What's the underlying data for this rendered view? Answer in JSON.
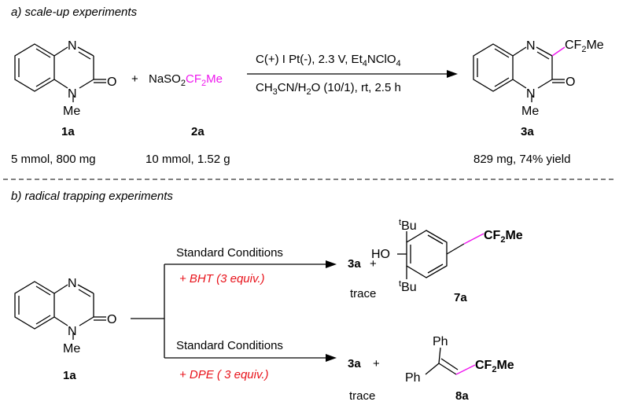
{
  "section_a": {
    "title": "a) scale-up experiments",
    "plus": "+",
    "reagent": {
      "prefix": "NaSO",
      "sub": "2",
      "cf": "CF",
      "cf_sub": "2",
      "me": "Me"
    },
    "arrow_top": {
      "text1": "C(+) I Pt(-), 2.3 V, Et",
      "sub": "4",
      "text2": "NClO",
      "sub2": "4"
    },
    "arrow_bottom": {
      "t1": "CH",
      "s1": "3",
      "t2": "CN/H",
      "s2": "2",
      "t3": "O (10/1),  rt, 2.5 h"
    },
    "product_label": {
      "cf": "CF",
      "sub": "2",
      "me": "Me"
    },
    "labels": {
      "c1": "1a",
      "c2": "2a",
      "c3": "3a"
    },
    "amounts": {
      "c1": "5 mmol, 800 mg",
      "c2": "10 mmol, 1.52 g",
      "c3": "829 mg, 74% yield"
    }
  },
  "section_b": {
    "title": "b) radical trapping experiments",
    "upper": {
      "conditions": "Standard Conditions",
      "additive": "+ BHT (3 equiv.)",
      "product": "3a",
      "plus": "+",
      "trace": "trace",
      "label": "7a",
      "ho": "HO",
      "tbu_sup": "t",
      "tbu": "Bu",
      "cf": "CF",
      "cf_sub": "2",
      "me": "Me"
    },
    "lower": {
      "conditions": "Standard Conditions",
      "additive": "+ DPE ( 3 equiv.)",
      "product": "3a",
      "plus": "+",
      "trace": "trace",
      "label": "8a",
      "ph": "Ph",
      "cf": "CF",
      "cf_sub": "2",
      "me": "Me"
    },
    "start_label": "1a"
  },
  "atoms": {
    "N": "N",
    "O": "O",
    "Me": "Me"
  },
  "colors": {
    "magenta": "#ee16ee",
    "red": "#e8131b"
  }
}
